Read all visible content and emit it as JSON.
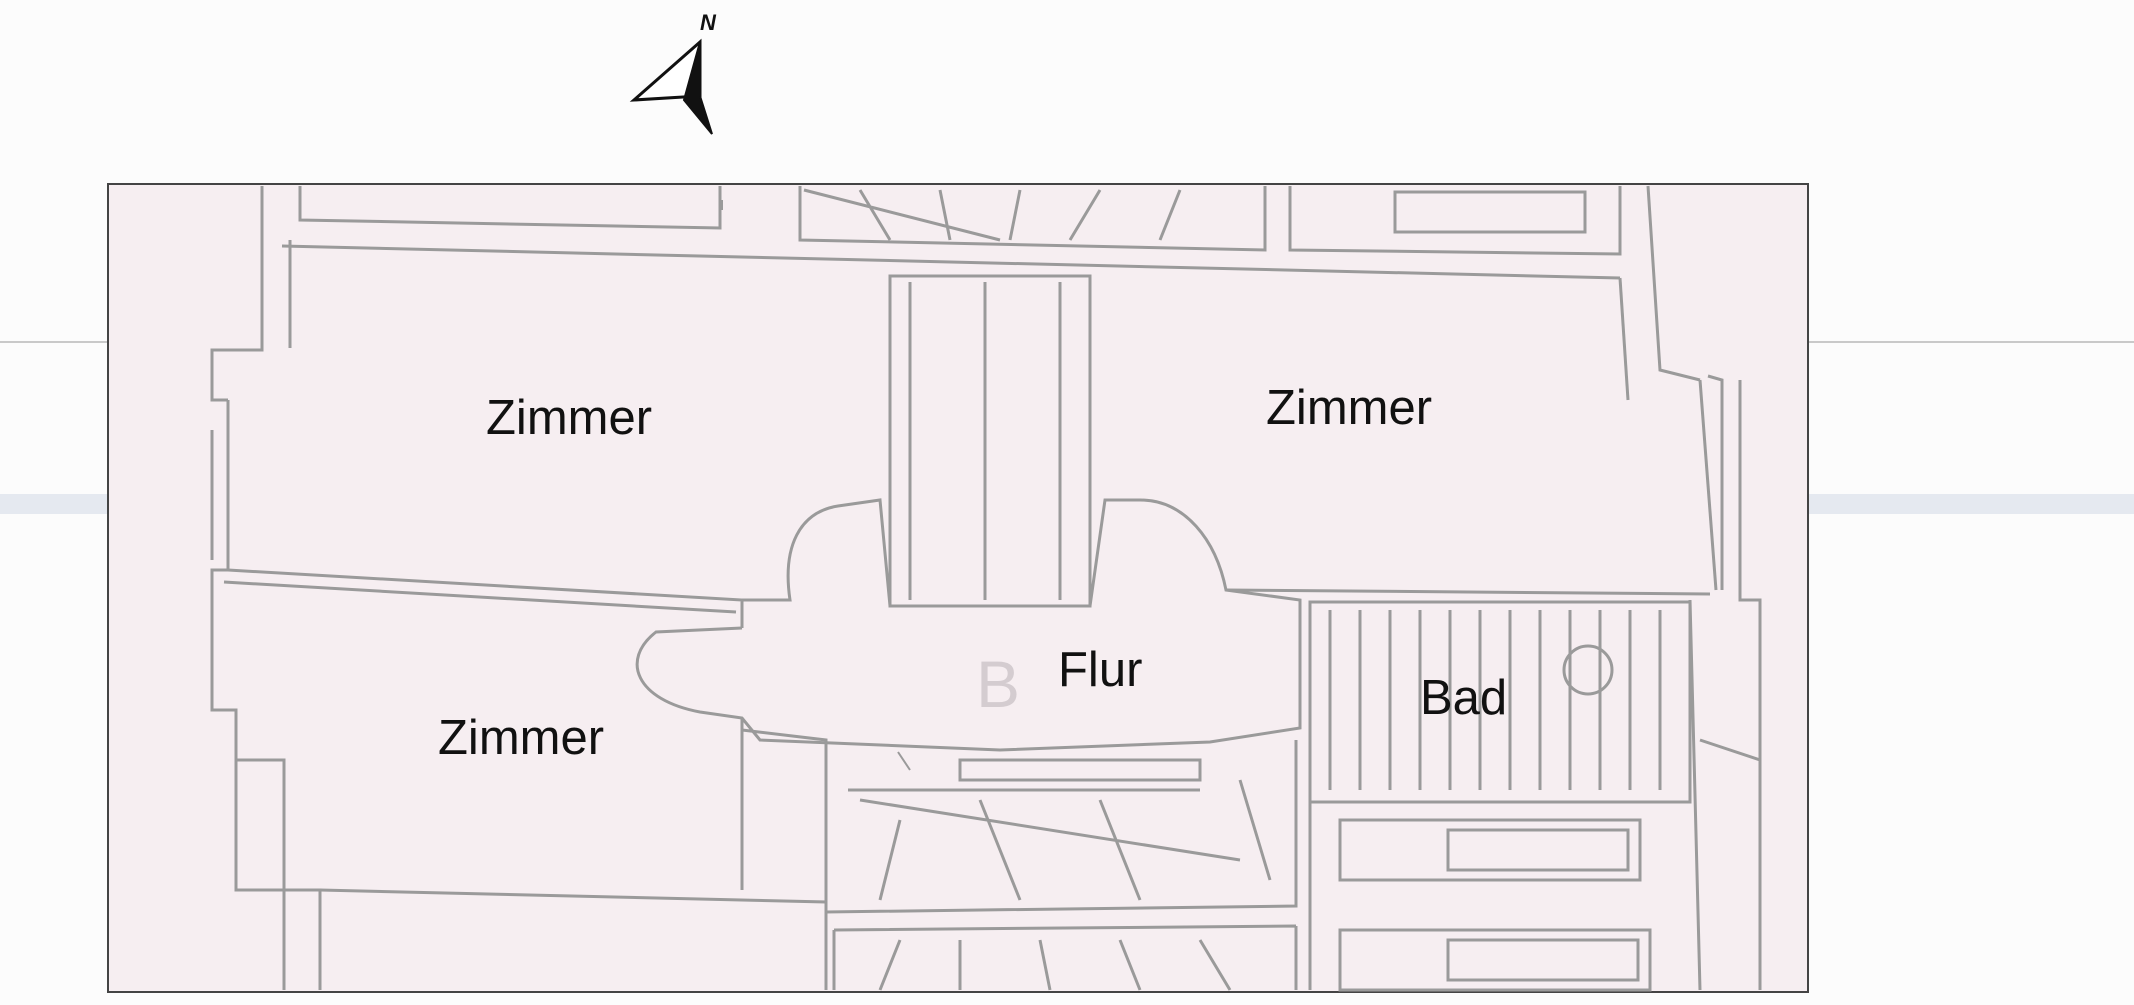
{
  "compass": {
    "letter": "N"
  },
  "rooms": [
    {
      "id": "zimmer-1",
      "label": "Zimmer"
    },
    {
      "id": "zimmer-2",
      "label": "Zimmer"
    },
    {
      "id": "zimmer-3",
      "label": "Zimmer"
    },
    {
      "id": "flur",
      "label": "Flur"
    },
    {
      "id": "bad",
      "label": "Bad"
    }
  ],
  "stair_mark": "B",
  "colors": {
    "plan_fill": "#f6eef1",
    "wall_line": "#9a9a9a",
    "frame": "#444444",
    "background": "#fcfcfc"
  }
}
